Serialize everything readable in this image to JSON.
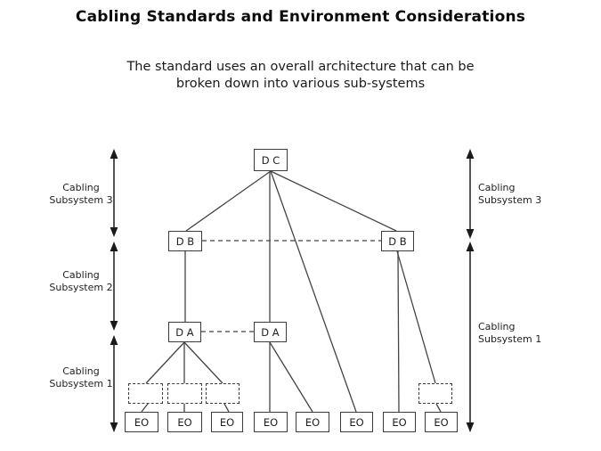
{
  "title": "Cabling Standards and Environment Considerations",
  "subtitle": {
    "line1": "The standard uses an overall architecture that can be",
    "line2": "broken down into various sub-systems"
  },
  "side_labels": {
    "left": [
      {
        "line1": "Cabling",
        "line2": "Subsystem 3"
      },
      {
        "line1": "Cabling",
        "line2": "Subsystem 2"
      },
      {
        "line1": "Cabling",
        "line2": "Subsystem 1"
      }
    ],
    "right": [
      {
        "line1": "Cabling",
        "line2": "Subsystem 3"
      },
      {
        "line1": "Cabling",
        "line2": "Subsystem 1"
      }
    ]
  },
  "nodes": {
    "dc_label": "D C",
    "db_left_label": "D B",
    "db_right_label": "D B",
    "da_left_label": "D A",
    "da_right_label": "D A",
    "eo_label": "EO"
  },
  "colors": {
    "line": "#444444",
    "box_border": "#3c3c3c",
    "text": "#1f1f1f"
  }
}
